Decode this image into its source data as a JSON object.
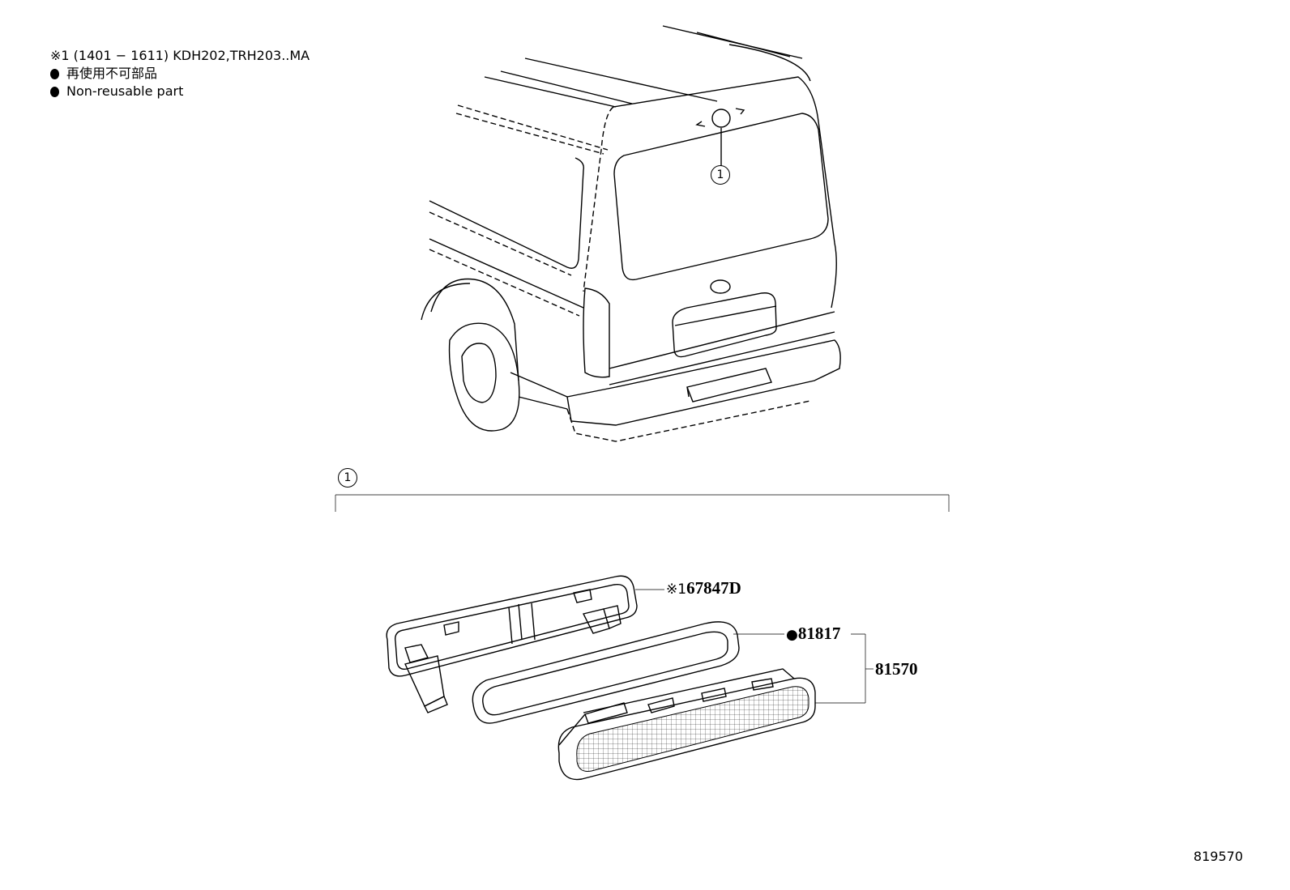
{
  "notes": {
    "applicability": "※1 (1401 − 1611) KDH202,TRH203..MA",
    "non_reusable_jp": "再使用不可部品",
    "non_reusable_en": "Non-reusable part"
  },
  "callouts": {
    "vehicle_ref": "1",
    "assembly_ref": "1"
  },
  "parts": {
    "cover": {
      "prefix": "※1",
      "number": "67847D"
    },
    "gasket": {
      "prefix": "●",
      "number": "81817"
    },
    "lamp_assembly": {
      "number": "81570"
    }
  },
  "catalog_number": "819570"
}
